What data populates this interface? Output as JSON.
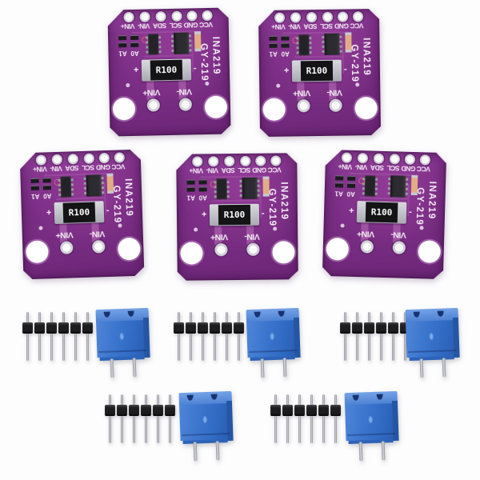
{
  "board": {
    "top_pin_labels": [
      "VIN+",
      "VIN-",
      "SDA",
      "SCL",
      "GND",
      "VCC"
    ],
    "address_jumper_labels": [
      "A1",
      "A0"
    ],
    "shunt_resistor_label": "R100",
    "polarity_plus": "+",
    "polarity_minus": "-",
    "chip_name": "INA219",
    "board_model": "GY-219",
    "bottom_pin_labels": [
      "VIN+",
      "VIN-"
    ]
  },
  "counts": {
    "sensor_modules": 5,
    "pin_headers": 5,
    "terminal_blocks": 5,
    "header_pins_per_strip": 6,
    "terminal_poles": 2
  },
  "colors": {
    "pcb_purple": "#7d2f87",
    "pcb_trace": "#a459a8",
    "silkscreen_white": "#f3ecf4",
    "shunt_black": "#141416",
    "terminal_blue": "#3a74cc",
    "header_black": "#1d1d20",
    "pin_silver": "#c9c9d0",
    "background": "#fdfdfe"
  }
}
